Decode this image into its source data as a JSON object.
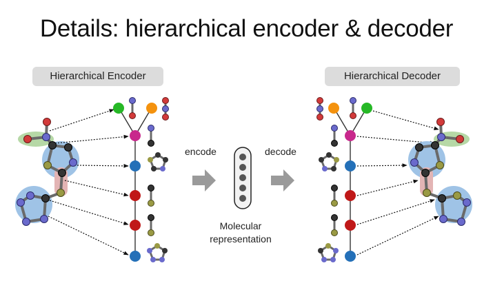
{
  "title": "Details: hierarchical encoder & decoder",
  "encoder_label": "Hierarchical Encoder",
  "decoder_label": "Hierarchical Decoder",
  "encode_label": "encode",
  "decode_label": "decode",
  "representation_label_line1": "Molecular",
  "representation_label_line2": "representation",
  "colors": {
    "magenta": "#c8288c",
    "blue": "#2470b8",
    "red": "#c01818",
    "green": "#26b826",
    "orange": "#f4920e",
    "arrow_gray": "#9a9a9a",
    "highlight_blue": "#9fc3e6",
    "highlight_green": "#b6d8a6",
    "highlight_pink": "#e3b4b4",
    "pill_gray": "#dcdcdc"
  }
}
